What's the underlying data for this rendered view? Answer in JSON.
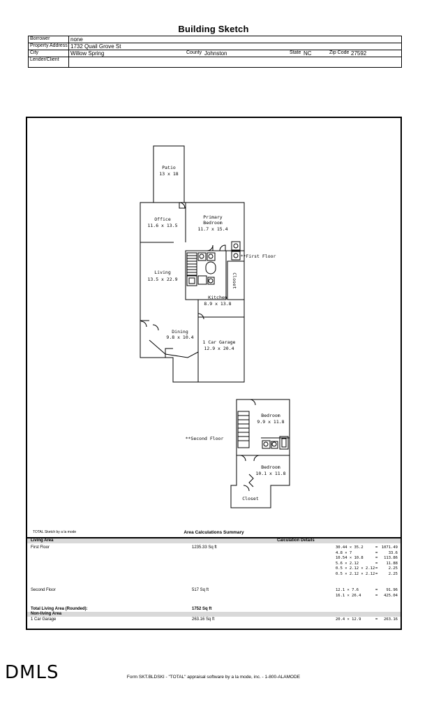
{
  "title": "Building Sketch",
  "header": {
    "borrower_label": "Borrower",
    "borrower": "none",
    "property_address_label": "Property Address",
    "property_address": "1732 Quail Grove St",
    "city_label": "City",
    "city": "Willow Spring",
    "county_label": "County",
    "county": "Johnston",
    "state_label": "State",
    "state": "NC",
    "zip_label": "Zip Code",
    "zip": "27592",
    "lender_label": "Lender/Client",
    "lender": ""
  },
  "sketch": {
    "rooms": {
      "patio_name": "Patio",
      "patio_dim": "13 x 18",
      "office_name": "Office",
      "office_dim": "11.6 x 13.5",
      "primary_name1": "Primary",
      "primary_name2": "Bedroom",
      "primary_dim": "11.7 x 15.4",
      "living_name": "Living",
      "living_dim": "13.5 x 22.9",
      "closet1": "Closet",
      "kitchen_name": "Kitchen",
      "kitchen_dim": "8.9 x 13.8",
      "dining_name": "Dining",
      "dining_dim": "9.8 x 10.4",
      "garage_name": "1 Car Garage",
      "garage_dim": "12.9 x 20.4",
      "bed1_name": "Bedroom",
      "bed1_dim": "9.9 x 11.8",
      "bed2_name": "Bedroom",
      "bed2_dim": "10.1 x 11.8",
      "closet2": "Closet"
    },
    "first_floor_label": "**First Floor",
    "second_floor_label": "**Second Floor",
    "total_sketch_label": "TOTAL Sketch by a la mode"
  },
  "area_calc": {
    "summary_title": "Area Calculations Summary",
    "living_area_label": "Living Area",
    "calc_details_label": "Calculation Details",
    "first_floor_label": "First Floor",
    "first_floor_area": "1235.33 Sq ft",
    "first_floor_calcs": [
      {
        "expr": "30.44 × 35.2",
        "eq": "=",
        "val": "1071.49"
      },
      {
        "expr": "4.8 × 7",
        "eq": "=",
        "val": "33.6"
      },
      {
        "expr": "10.54 × 10.8",
        "eq": "=",
        "val": "113.86"
      },
      {
        "expr": "5.6 × 2.12",
        "eq": "=",
        "val": "11.88"
      },
      {
        "expr": "0.5 × 2.12 × 2.12",
        "eq": "=",
        "val": "2.25"
      },
      {
        "expr": "0.5 × 2.12 × 2.12",
        "eq": "=",
        "val": "2.25"
      }
    ],
    "second_floor_label": "Second Floor",
    "second_floor_area": "517 Sq ft",
    "second_floor_calcs": [
      {
        "expr": "12.1 × 7.6",
        "eq": "=",
        "val": "91.96"
      },
      {
        "expr": "16.1 × 26.4",
        "eq": "=",
        "val": "425.04"
      }
    ],
    "total_label": "Total Living Area (Rounded):",
    "total_value": "1752 Sq ft",
    "non_living_label": "Non-living Area",
    "garage_label": "1 Car Garage",
    "garage_area": "263.16 Sq ft",
    "garage_calc": {
      "expr": "20.4 × 12.9",
      "eq": "=",
      "val": "263.16"
    }
  },
  "logo": "DMLS",
  "footer": "Form SKT.BLDSKI - \"TOTAL\" appraisal software by a la mode, inc. - 1-800-ALAMODE"
}
